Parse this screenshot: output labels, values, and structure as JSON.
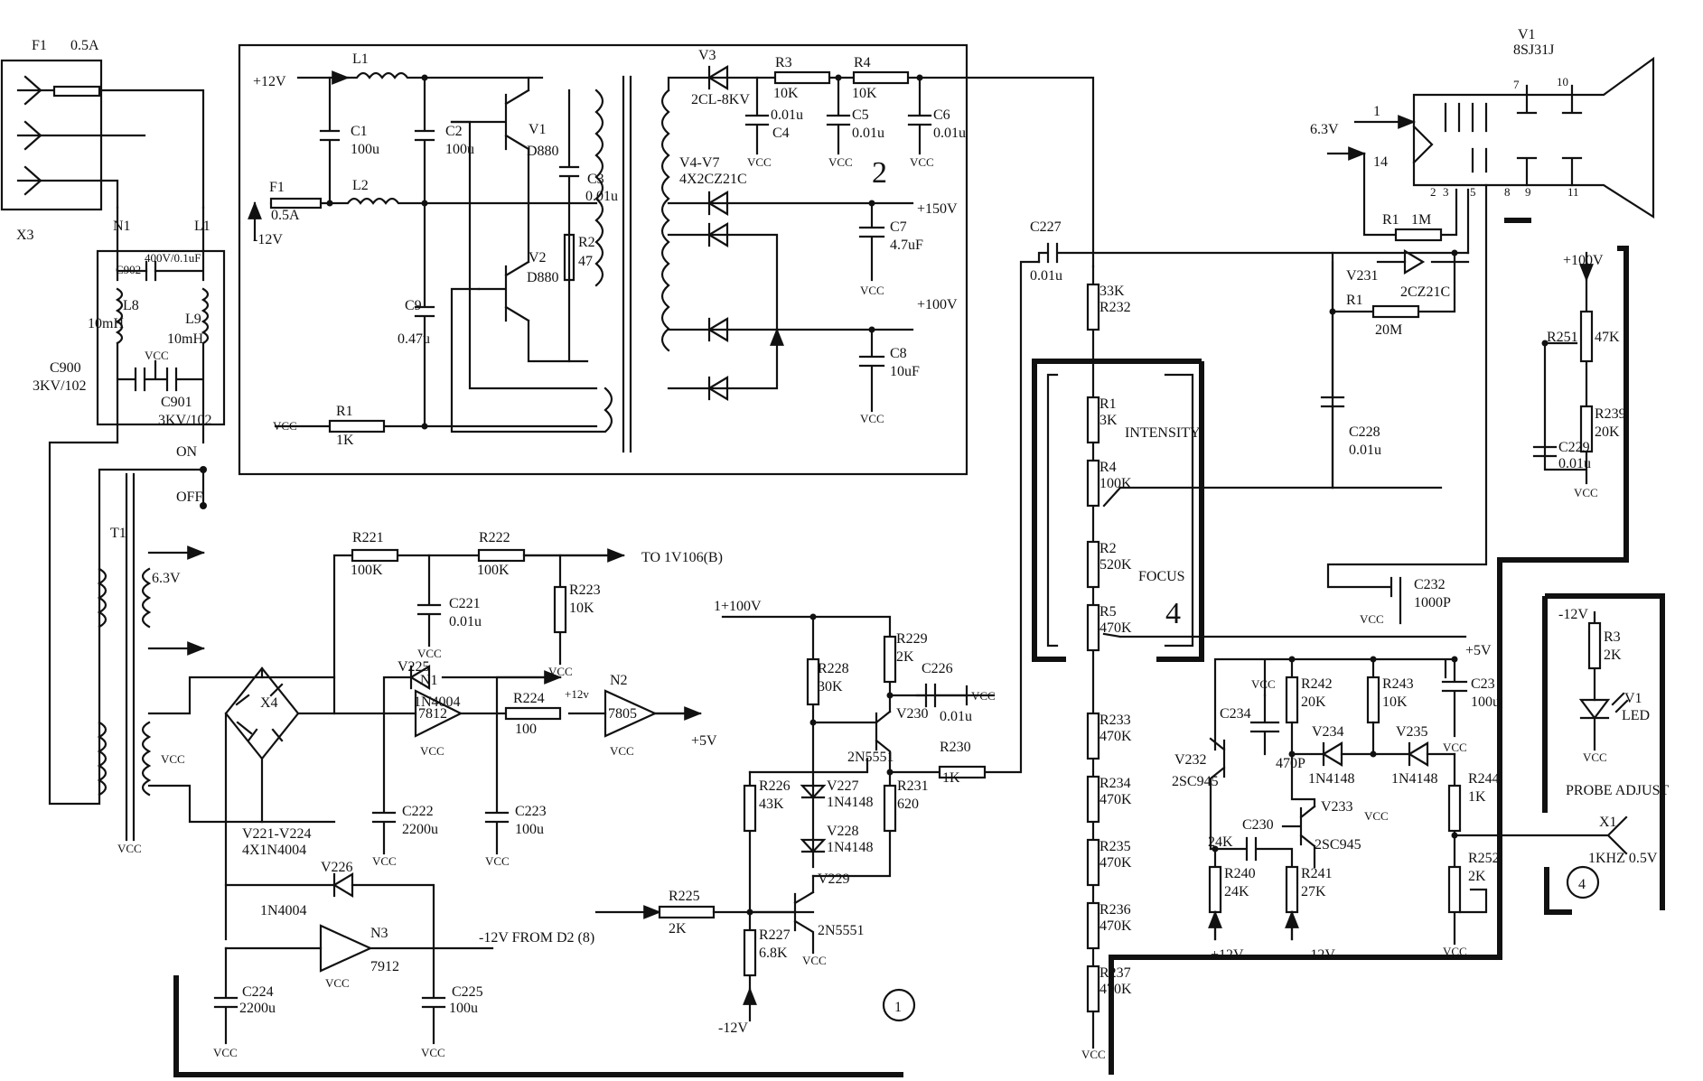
{
  "fuse": {
    "f1": "F1",
    "f1_rating": "0.5A",
    "x3": "X3",
    "n1": "N1",
    "l1": "L1"
  },
  "line_filter": {
    "c902": "C902",
    "c902_value": "400V/0.1uF",
    "l8": "L8",
    "l8_value": "10mH",
    "l9": "L9",
    "l9_value": "10mH",
    "c900": "C900",
    "c900_value": "3KV/102",
    "c901": "C901",
    "c901_value": "3KV/102",
    "vcc": "VCC"
  },
  "switch": {
    "on": "ON",
    "off": "OFF"
  },
  "transformer": {
    "t1": "T1",
    "secondary": "6.3V",
    "vcc": "VCC"
  },
  "hv_supply": {
    "plus12v": "+12V",
    "minus12v": "-12V",
    "l1": "L1",
    "l2": "L2",
    "c1": "C1",
    "c1_value": "100u",
    "c2": "C2",
    "c2_value": "100u",
    "f1": "F1",
    "f1_value": "0.5A",
    "v1": "V1",
    "v1_type": "D880",
    "v2": "V2",
    "v2_type": "D880",
    "c3": "C3",
    "c3_value": "0.01u",
    "r2": "R2",
    "r2_value": "47",
    "c9": "C9",
    "c9_value": "0.47u",
    "r1": "R1",
    "r1_value": "1K",
    "vcc": "VCC",
    "v3": "V3",
    "v3_type": "2CL-8KV",
    "r3": "R3",
    "r3_value": "10K",
    "r4": "R4",
    "r4_value": "10K",
    "c4": "C4",
    "c4_value": "0.01u",
    "c5": "C5",
    "c5_value": "0.01u",
    "c6": "C6",
    "c6_value": "0.01u",
    "v4v7": "V4-V7",
    "v4v7_type": "4X2CZ21C",
    "c7": "C7",
    "c7_value": "4.7uF",
    "c8": "C8",
    "c8_value": "10uF",
    "out150": "+150V",
    "out100": "+100V",
    "block_no": "2"
  },
  "lv_supply": {
    "x4": "X4",
    "bridge": "V221-V224",
    "bridge_type": "4X1N4004",
    "r221": "R221",
    "r221_value": "100K",
    "r222": "R222",
    "r222_value": "100K",
    "to_label": "TO 1V106(B)",
    "r223": "R223",
    "r223_value": "10K",
    "c221": "C221",
    "c221_value": "0.01u",
    "v225": "V225",
    "v225_type": "1N4004",
    "n1": "N1",
    "n1_type": "7812",
    "r224": "R224",
    "r224_value": "100",
    "n2": "N2",
    "n2_type": "7805",
    "out5v": "+5V",
    "out12v": "+12v",
    "c222": "C222",
    "c222_value": "2200u",
    "c223": "C223",
    "c223_value": "100u",
    "v226": "V226",
    "v226_type": "1N4004",
    "n3": "N3",
    "n3_type": "7912",
    "from_label": "-12V  FROM D2 (8)",
    "c224": "C224",
    "c224_value": "2200u",
    "c225": "C225",
    "c225_value": "100u",
    "vcc": "VCC"
  },
  "amp": {
    "supply": "1+100V",
    "r228": "R228",
    "r228_value": "30K",
    "r229": "R229",
    "r229_value": "2K",
    "c226": "C226",
    "c226_value": "0.01u",
    "v230": "V230",
    "v230_type": "2N5551",
    "r230": "R230",
    "r230_value": "1K",
    "r226": "R226",
    "r226_value": "43K",
    "v227": "V227",
    "v227_type": "1N4148",
    "v228": "V228",
    "v228_type": "1N4148",
    "r231": "R231",
    "r231_value": "620",
    "v229": "V229",
    "v229_type": "2N5551",
    "r225": "R225",
    "r225_value": "2K",
    "r227": "R227",
    "r227_value": "6.8K",
    "minus12": "-12V",
    "vcc": "VCC",
    "block_no": "1"
  },
  "crt_divider": {
    "c227": "C227",
    "c227_value": "0.01u",
    "r232": "R232",
    "r232_value": "33K",
    "r1": "R1",
    "r1_value": "3K",
    "r4": "R4",
    "r4_value": "100K",
    "intensity": "INTENSITY",
    "r2": "R2",
    "r2_value": "520K",
    "focus": "FOCUS",
    "r5": "R5",
    "r5_value": "470K",
    "r233": "R233",
    "r233_value": "470K",
    "r234": "R234",
    "r234_value": "470K",
    "r235": "R235",
    "r235_value": "470K",
    "r236": "R236",
    "r236_value": "470K",
    "r237": "R237",
    "r237_value": "470K",
    "vcc": "VCC",
    "block_no": "4"
  },
  "crt": {
    "v1": "V1",
    "tube": "8SJ31J",
    "heater": "6.3V",
    "pin1": "1",
    "pin14": "14",
    "pin2": "2",
    "pin3": "3",
    "pin5": "5",
    "pin8": "8",
    "pin9": "9",
    "pin10": "10",
    "pin11": "11",
    "pin7": "7",
    "r1": "R1",
    "r1_value": "1M",
    "v231": "V231",
    "v231_type": "2CZ21C",
    "r1b": "R1",
    "r1b_value": "20M",
    "c228": "C228",
    "c228_value": "0.01u",
    "c232": "C232",
    "c232_value": "1000P",
    "vcc": "VCC",
    "plus100": "+100V",
    "r251": "R251",
    "r251_value": "47K",
    "r239": "R239",
    "r239_value": "20K",
    "c229": "C229",
    "c229_value": "0.01u"
  },
  "osc": {
    "plus5": "+5V",
    "c234": "C234",
    "c234_value": "470P",
    "r242": "R242",
    "r242_value": "20K",
    "r243": "R243",
    "r243_value": "10K",
    "c23": "C23",
    "c23_value": "100u",
    "v232": "V232",
    "v232_type": "2SC945",
    "v234": "V234",
    "v234_type": "1N4148",
    "v235": "V235",
    "v235_type": "1N4148",
    "r244": "R244",
    "r244_value": "1K",
    "c230": "C230",
    "c230_value": "24K",
    "v233": "V233",
    "v233_type": "2SC945",
    "r240": "R240",
    "r240_value": "24K",
    "r241": "R241",
    "r241_value": "27K",
    "r252": "R252",
    "r252_value": "2K",
    "plus12": "+12V",
    "minus12": "-12V",
    "vcc": "VCC"
  },
  "probe": {
    "minus12": "-12V",
    "r3": "R3",
    "r3_value": "2K",
    "v1": "V1",
    "led": "LED",
    "vcc": "VCC",
    "title": "PROBE ADJUST",
    "x1": "X1",
    "x1_value": "1KHZ 0.5V",
    "block_no": "4"
  }
}
